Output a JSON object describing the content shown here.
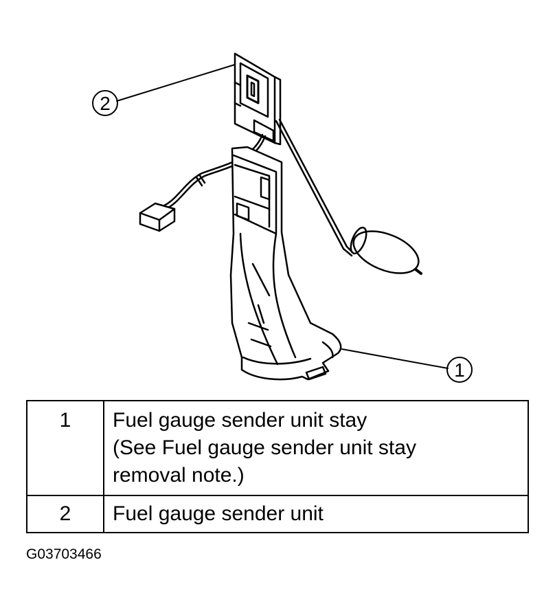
{
  "callouts": {
    "c1": "1",
    "c2": "2"
  },
  "legend": {
    "rows": [
      {
        "num": "1",
        "lines": [
          "Fuel gauge sender unit stay",
          "(See Fuel gauge sender unit stay",
          "removal note.)"
        ]
      },
      {
        "num": "2",
        "lines": [
          "Fuel gauge sender unit"
        ]
      }
    ]
  },
  "figure_code": "G03703466"
}
